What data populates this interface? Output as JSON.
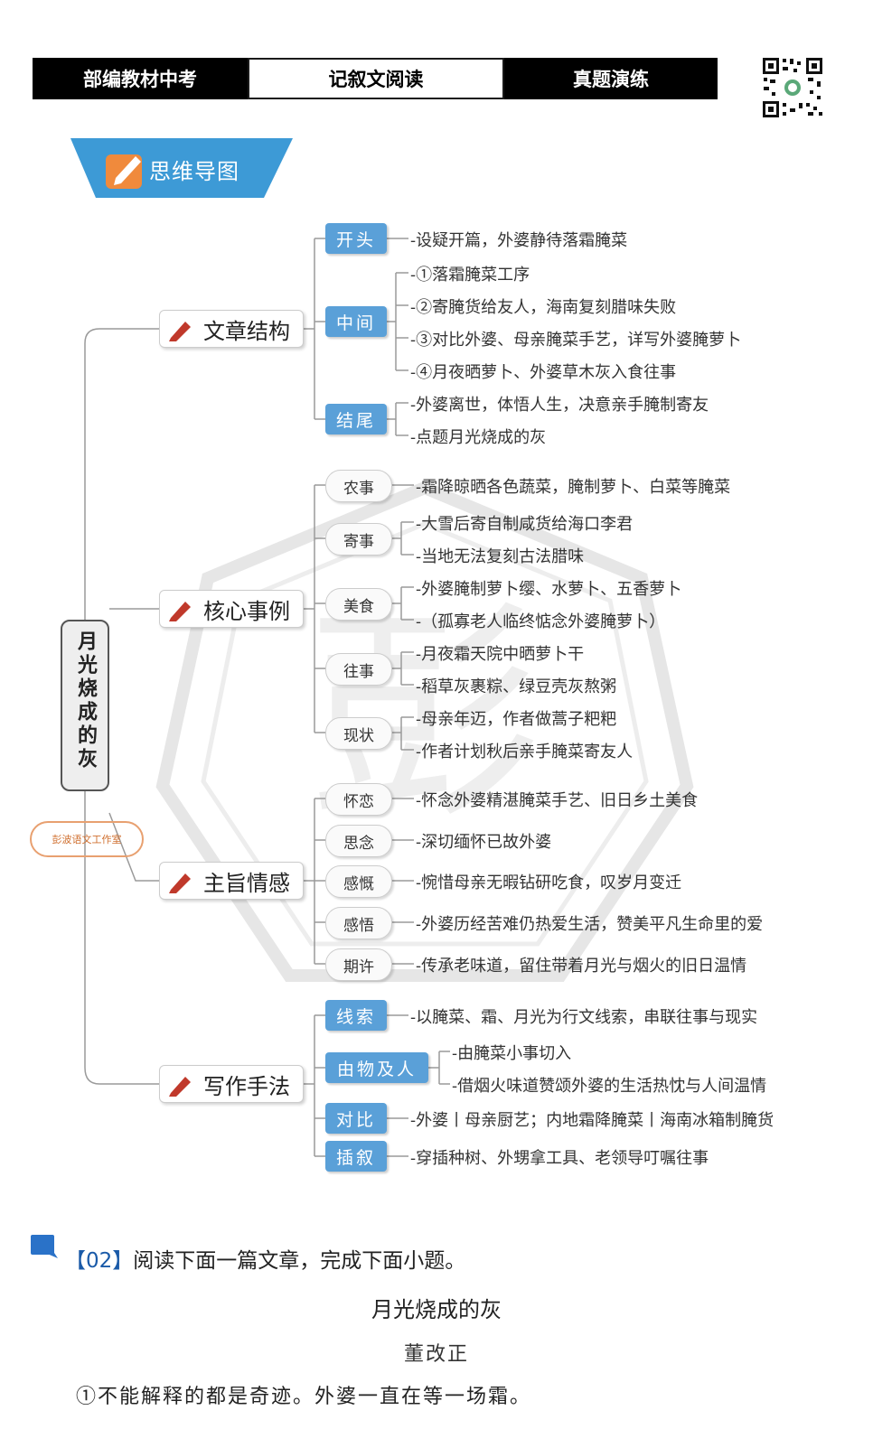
{
  "header": {
    "cells": [
      "部编教材中考",
      "记叙文阅读",
      "真题演练"
    ]
  },
  "banner": {
    "title": "思维导图"
  },
  "root": {
    "title": "月光烧成的灰",
    "stamp": "彭波语文工作室"
  },
  "branches": [
    {
      "label": "文章结构",
      "tags": [
        {
          "label": "开头",
          "leaves": [
            "-设疑开篇，外婆静待落霜腌菜"
          ]
        },
        {
          "label": "中间",
          "leaves": [
            "-①落霜腌菜工序",
            "-②寄腌货给友人，海南复刻腊味失败",
            "-③对比外婆、母亲腌菜手艺，详写外婆腌萝卜",
            "-④月夜晒萝卜、外婆草木灰入食往事"
          ]
        },
        {
          "label": "结尾",
          "leaves": [
            "-外婆离世，体悟人生，决意亲手腌制寄友",
            "-点题月光烧成的灰"
          ]
        }
      ]
    },
    {
      "label": "核心事例",
      "tags": [
        {
          "label": "农事",
          "leaves": [
            "-霜降晾晒各色蔬菜，腌制萝卜、白菜等腌菜"
          ]
        },
        {
          "label": "寄事",
          "leaves": [
            "-大雪后寄自制咸货给海口李君",
            "-当地无法复刻古法腊味"
          ]
        },
        {
          "label": "美食",
          "leaves": [
            "-外婆腌制萝卜缨、水萝卜、五香萝卜",
            "-（孤寡老人临终惦念外婆腌萝卜）"
          ]
        },
        {
          "label": "往事",
          "leaves": [
            "-月夜霜天院中晒萝卜干",
            "-稻草灰裹粽、绿豆壳灰熬粥"
          ]
        },
        {
          "label": "现状",
          "leaves": [
            "-母亲年迈，作者做蒿子粑粑",
            "-作者计划秋后亲手腌菜寄友人"
          ]
        }
      ]
    },
    {
      "label": "主旨情感",
      "tags": [
        {
          "label": "怀恋",
          "leaves": [
            "-怀念外婆精湛腌菜手艺、旧日乡土美食"
          ]
        },
        {
          "label": "思念",
          "leaves": [
            "-深切缅怀已故外婆"
          ]
        },
        {
          "label": "感慨",
          "leaves": [
            "-惋惜母亲无暇钻研吃食，叹岁月变迁"
          ]
        },
        {
          "label": "感悟",
          "leaves": [
            "-外婆历经苦难仍热爱生活，赞美平凡生命里的爱"
          ]
        },
        {
          "label": "期许",
          "leaves": [
            "-传承老味道，留住带着月光与烟火的旧日温情"
          ]
        }
      ]
    },
    {
      "label": "写作手法",
      "tags": [
        {
          "label": "线索",
          "leaves": [
            "-以腌菜、霜、月光为行文线索，串联往事与现实"
          ]
        },
        {
          "label": "由物及人",
          "leaves": [
            "-由腌菜小事切入",
            "-借烟火味道赞颂外婆的生活热忱与人间温情"
          ]
        },
        {
          "label": "对比",
          "leaves": [
            "-外婆丨母亲厨艺；内地霜降腌菜丨海南冰箱制腌货"
          ]
        },
        {
          "label": "插叙",
          "leaves": [
            "-穿插种树、外甥拿工具、老领导叮嘱往事"
          ]
        }
      ]
    }
  ],
  "question": {
    "number": "【02】",
    "prompt": "阅读下面一篇文章，完成下面小题。",
    "article_title": "月光烧成的灰",
    "author": "董改正",
    "para1": "①不能解释的都是奇迹。外婆一直在等一场霜。"
  },
  "colors": {
    "tag_blue": "#5aa0d8",
    "banner_blue": "#3d9ad6",
    "pen_red": "#c0392b"
  }
}
